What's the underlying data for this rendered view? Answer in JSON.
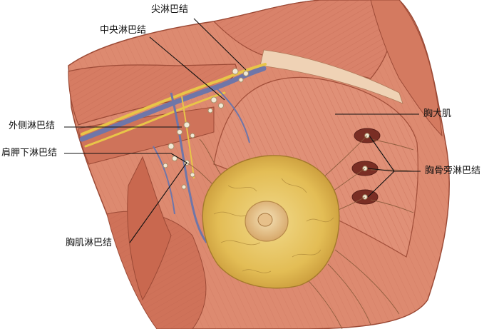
{
  "labels": {
    "apical": "尖淋巴结",
    "central": "中央淋巴结",
    "lateral": "外侧淋巴结",
    "subscapular": "肩胛下淋巴结",
    "pectoral_nodes": "胸肌淋巴结",
    "pectoralis_major": "胸大肌",
    "parasternal": "胸骨旁淋巴结"
  },
  "colors": {
    "muscle": "#d9836a",
    "muscle_dark": "#b9553f",
    "breast_gland": "#e7c35a",
    "nerve": "#e8c548",
    "vessel_blue": "#6f76a8",
    "lymph": "#f2e9d6",
    "leader_line": "#111111"
  }
}
